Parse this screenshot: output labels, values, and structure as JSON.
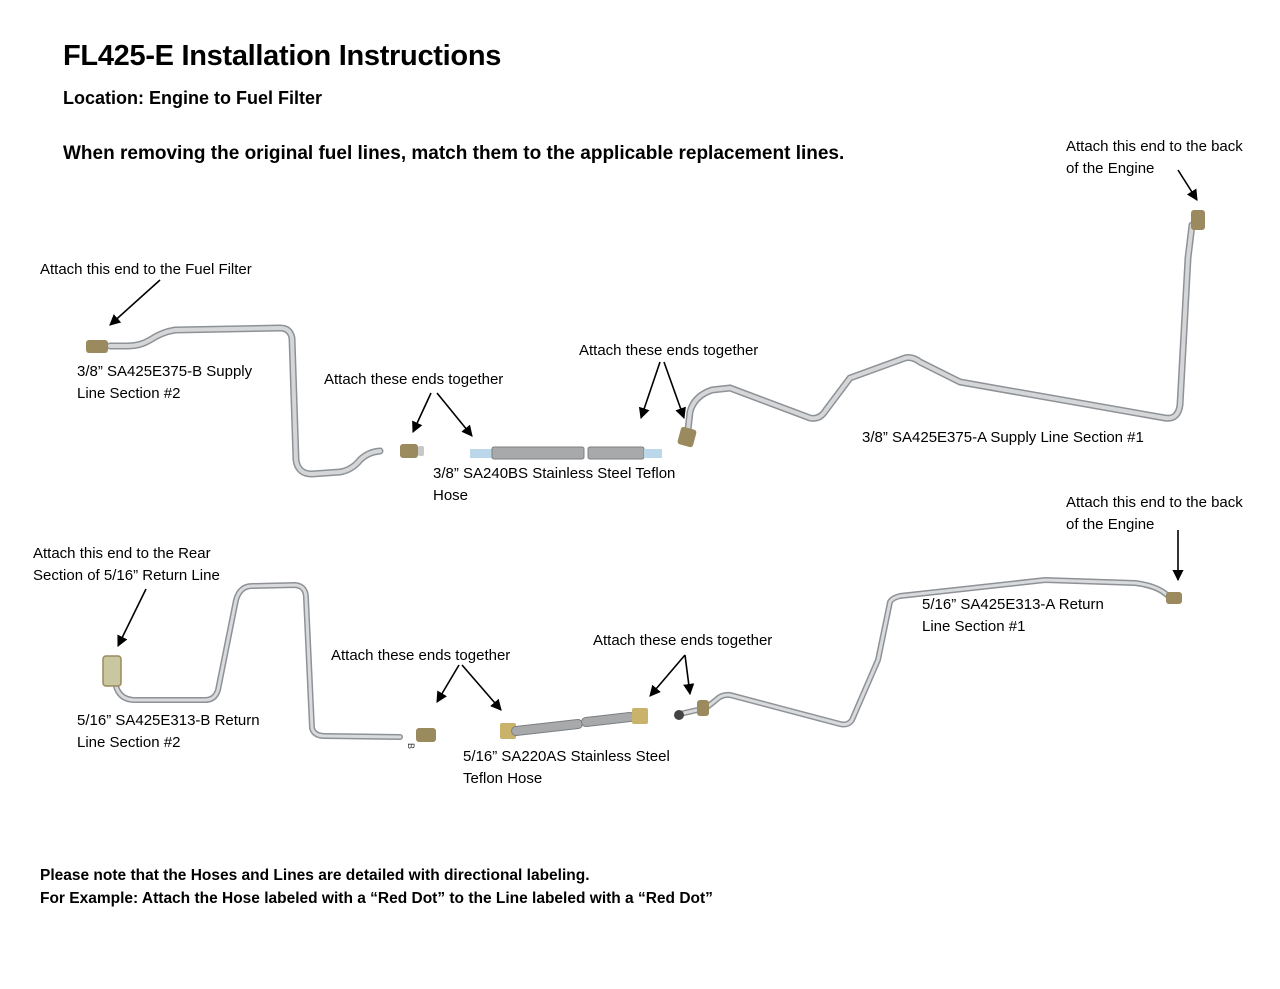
{
  "header": {
    "title": "FL425-E Installation Instructions",
    "location": "Location: Engine to Fuel Filter",
    "instruction": "When removing the original fuel lines, match them to the applicable replacement lines."
  },
  "supply": {
    "engine_callout": [
      "Attach this end to the back",
      "of the Engine"
    ],
    "filter_callout": "Attach this end to the Fuel Filter",
    "section2_label": [
      "3/8” SA425E375-B Supply",
      "Line Section #2"
    ],
    "join_left": "Attach these ends together",
    "join_right": "Attach these ends together",
    "hose_label": [
      "3/8” SA240BS Stainless Steel Teflon",
      "Hose"
    ],
    "section1_label": "3/8” SA425E375-A Supply Line Section #1"
  },
  "return": {
    "engine_callout": [
      "Attach this end to the back",
      "of the Engine"
    ],
    "rear_callout": [
      "Attach this end to the Rear",
      "Section of 5/16” Return Line"
    ],
    "section2_label": [
      "5/16” SA425E313-B Return",
      "Line Section #2"
    ],
    "join_left": "Attach these ends together",
    "join_right": "Attach these ends together",
    "hose_label": [
      "5/16” SA220AS Stainless Steel",
      "Teflon Hose"
    ],
    "section1_label": [
      "5/16” SA425E313-A Return",
      "Line Section #1"
    ],
    "line_marker": "B"
  },
  "footer": {
    "note_line1": "Please note that the Hoses and Lines are detailed with directional labeling.",
    "note_line2": "For Example: Attach the Hose labeled with a “Red Dot” to the Line labeled with a “Red Dot”"
  },
  "colors": {
    "tube": "#b9bcbf",
    "tube_edge": "#8e9296",
    "brass": "#9a8a5e",
    "hose": "#a7a9ab",
    "arrow": "#000000"
  }
}
